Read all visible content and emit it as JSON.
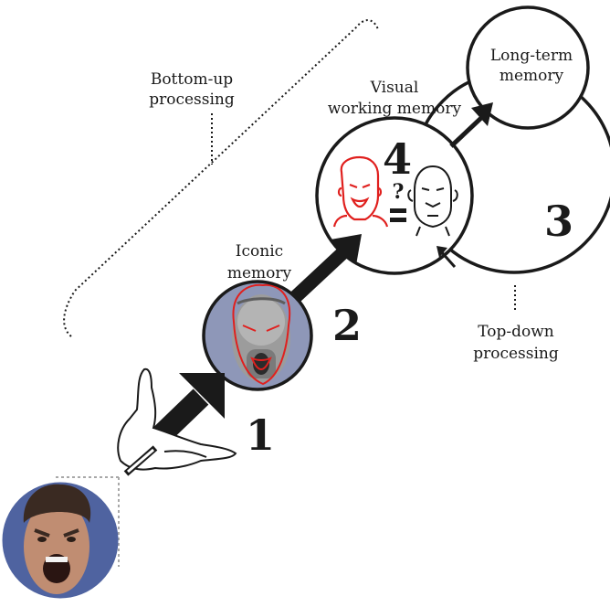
{
  "labels": {
    "bottom_up_line1": "Bottom-up",
    "bottom_up_line2": "processing",
    "visual_wm_line1": "Visual",
    "visual_wm_line2": "working memory",
    "long_term_line1": "Long-term",
    "long_term_line2": "memory",
    "iconic_line1": "Iconic",
    "iconic_line2": "memory",
    "top_down_line1": "Top-down",
    "top_down_line2": "processing",
    "question_mark": "?"
  },
  "steps": [
    "1",
    "2",
    "3",
    "4"
  ],
  "colors": {
    "ink": "#1a1a1a",
    "face_outline": "#e0201e",
    "photo_bg": "#4f63a0",
    "iconic_bg": "#8e97b8",
    "dotted_gray": "#a8a8a8"
  },
  "icons": {
    "hand": "hand-holding-pen-icon",
    "iconic_face": "screaming-face-photo-icon",
    "red_face": "red-outline-face-icon",
    "neutral_face": "neutral-face-icon"
  }
}
